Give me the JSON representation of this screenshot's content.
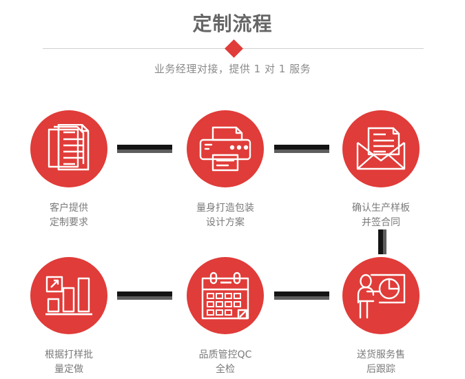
{
  "header": {
    "title": "定制流程",
    "subtitle": "业务经理对接，提供 1 对 1 服务",
    "accent_color": "#e03c39",
    "divider_color": "#cfcfcf",
    "title_color": "#666666",
    "subtitle_color": "#8a8a8a"
  },
  "flow": {
    "circle_color": "#e03c39",
    "label_color": "#7a7a7a",
    "connector_dark": "#141414",
    "connector_gray": "#5d5d5d",
    "steps": [
      {
        "index": 1,
        "icon": "stacked-documents-icon",
        "label": "客户提供\n定制要求"
      },
      {
        "index": 2,
        "icon": "printer-icon",
        "label": "量身打造包装\n设计方案"
      },
      {
        "index": 3,
        "icon": "envelope-document-icon",
        "label": "确认生产样板\n并签合同"
      },
      {
        "index": 4,
        "icon": "bar-chart-growth-icon",
        "label": "根据打样批\n量定做"
      },
      {
        "index": 5,
        "icon": "calendar-icon",
        "label": "品质管控QC\n全检"
      },
      {
        "index": 6,
        "icon": "presenter-chart-icon",
        "label": "送货服务售\n后跟踪"
      }
    ],
    "connectors": [
      {
        "name": "connector-step1-step2",
        "orientation": "horizontal"
      },
      {
        "name": "connector-step2-step3",
        "orientation": "horizontal"
      },
      {
        "name": "connector-step3-step4",
        "orientation": "vertical"
      },
      {
        "name": "connector-step4-step5",
        "orientation": "horizontal"
      },
      {
        "name": "connector-step5-step6",
        "orientation": "horizontal"
      }
    ]
  }
}
